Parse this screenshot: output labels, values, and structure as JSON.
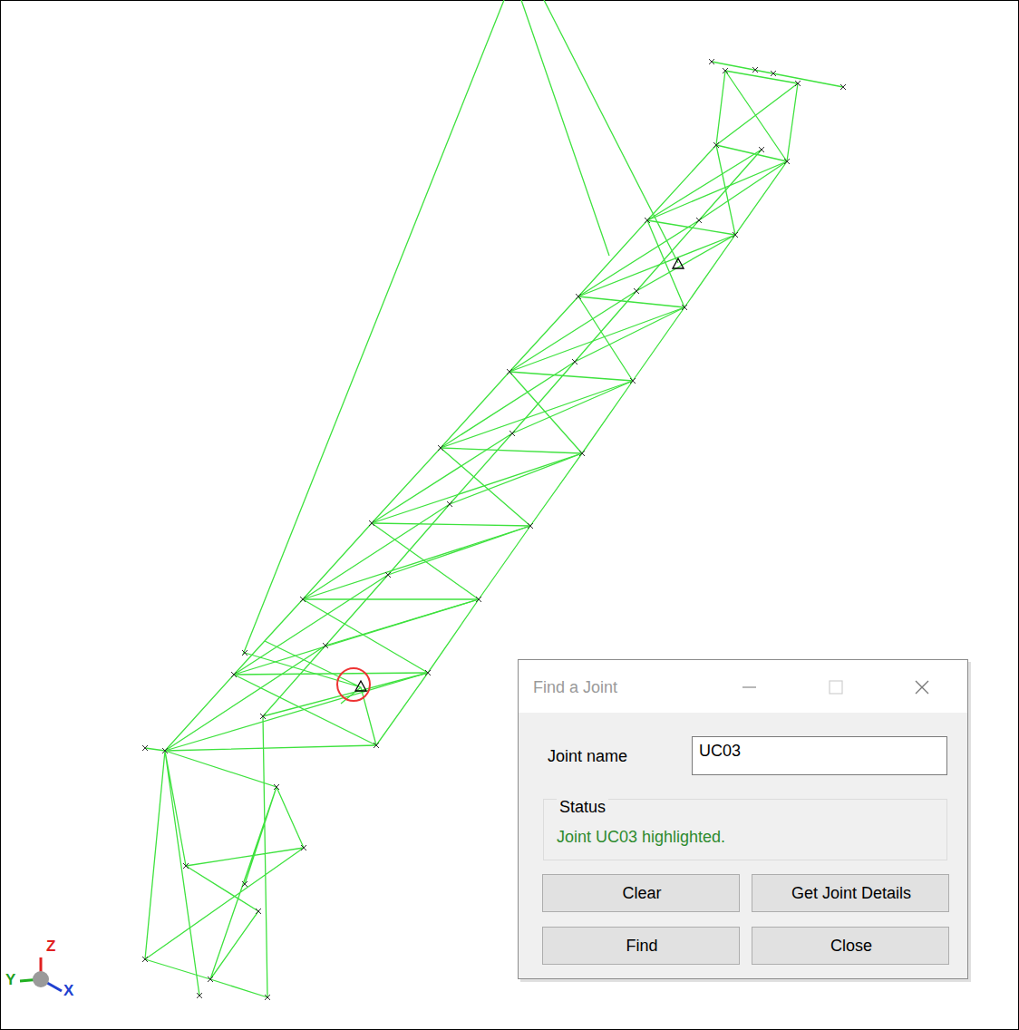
{
  "diagram": {
    "nodes": [
      {
        "text": [
          "Find a Joint",
          "Joint name"
        ]
      },
      {
        "text": [
          "UC03"
        ],
        "in": 0
      },
      {
        "text": [
          "Status",
          "Joint UC03 highlighted."
        ],
        "in": 0
      },
      {
        "text": [
          "Clear"
        ],
        "in": 0
      },
      {
        "text": [
          "Get Joint Details"
        ],
        "in": 0
      },
      {
        "text": [
          "Find"
        ],
        "in": 0
      },
      {
        "text": [
          "Close"
        ],
        "in": 0
      }
    ],
    "labels": [
      "Z",
      "Y",
      "X"
    ]
  }
}
